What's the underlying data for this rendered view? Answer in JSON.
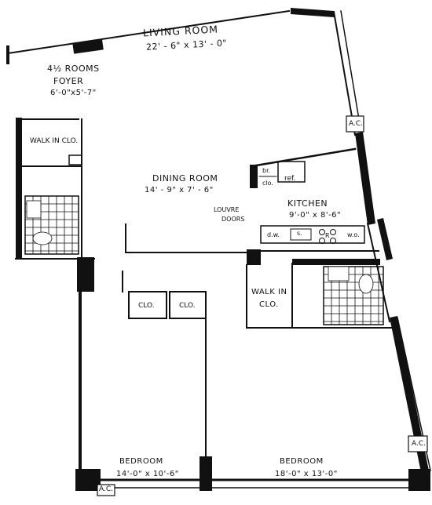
{
  "plan": {
    "summary": {
      "rooms": "4½ ROOMS"
    },
    "rooms": {
      "living": {
        "name": "LIVING ROOM",
        "dims": "22' - 6\" x 13' - 0\""
      },
      "foyer": {
        "name": "FOYER",
        "dims": "6'-0\"x5'-7\""
      },
      "dining": {
        "name": "DINING ROOM",
        "dims": "14' - 9\" x 7' - 6\""
      },
      "kitchen": {
        "name": "KITCHEN",
        "dims": "9'-0\" x 8'-6\""
      },
      "bedroom1": {
        "name": "BEDROOM",
        "dims": "14'-0\" x 10'-6\""
      },
      "bedroom2": {
        "name": "BEDROOM",
        "dims": "18'-0\" x 13'-0\""
      }
    },
    "closets": {
      "walk_in_1": "WALK IN CLO.",
      "walk_in_2_a": "WALK IN",
      "walk_in_2_b": "CLO.",
      "clo_1": "CLO.",
      "clo_2": "CLO.",
      "br": "br.",
      "clo_small": "clo."
    },
    "fixtures": {
      "ref": "ref.",
      "louvre_a": "LOUVRE",
      "louvre_b": "DOORS",
      "dw": "d.w.",
      "sink": "s.",
      "range": "R",
      "wall_oven": "w.o."
    },
    "ac_units": [
      "A.C.",
      "A.C.",
      "A.C."
    ]
  }
}
